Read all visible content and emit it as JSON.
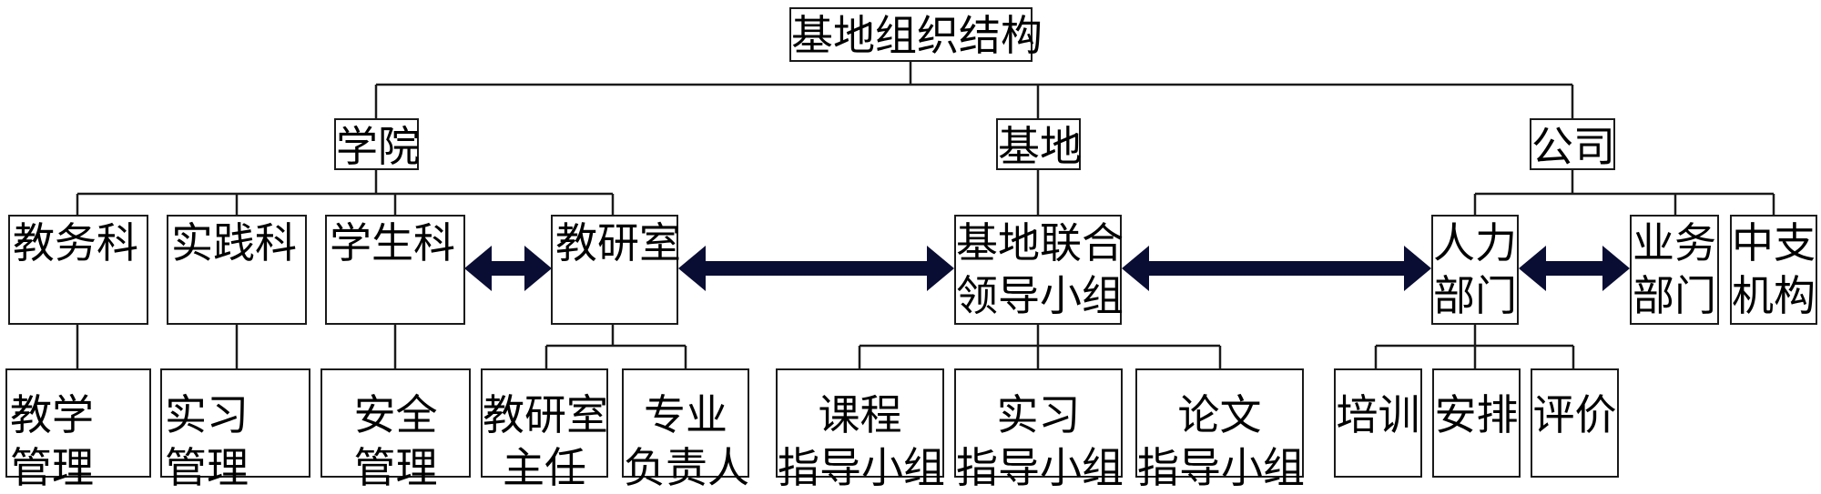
{
  "root": [
    "基地组织结构"
  ],
  "level1": {
    "college": [
      "学院"
    ],
    "base": [
      "基地"
    ],
    "company": [
      "公司"
    ]
  },
  "level2": {
    "teaching_affairs": [
      "教务科"
    ],
    "practice": [
      "实践科"
    ],
    "students": [
      "学生科"
    ],
    "teaching_research": [
      "教研室"
    ],
    "joint_group": [
      "基地联合",
      "领导小组"
    ],
    "hr": [
      "人力",
      "部门"
    ],
    "business": [
      "业务",
      "部门"
    ],
    "branch": [
      "中支",
      "机构"
    ]
  },
  "level3": {
    "teaching_mgmt": [
      "教学",
      "管理"
    ],
    "internship_mgmt": [
      "实习",
      "管理"
    ],
    "safety_mgmt": [
      "安全",
      "管理"
    ],
    "research_director": [
      "教研室",
      "主任"
    ],
    "major_leader": [
      "专业",
      "负责人"
    ],
    "course_guide": [
      "课程",
      "指导小组"
    ],
    "internship_guide": [
      "实习",
      "指导小组"
    ],
    "thesis_guide": [
      "论文",
      "指导小组"
    ],
    "training": [
      "培训"
    ],
    "arrangement": [
      "安排"
    ],
    "evaluation": [
      "评价"
    ]
  },
  "colors": {
    "line": "#1a1a1a",
    "arrow": "#0a0d33",
    "box_border": "#1a1a1a"
  }
}
